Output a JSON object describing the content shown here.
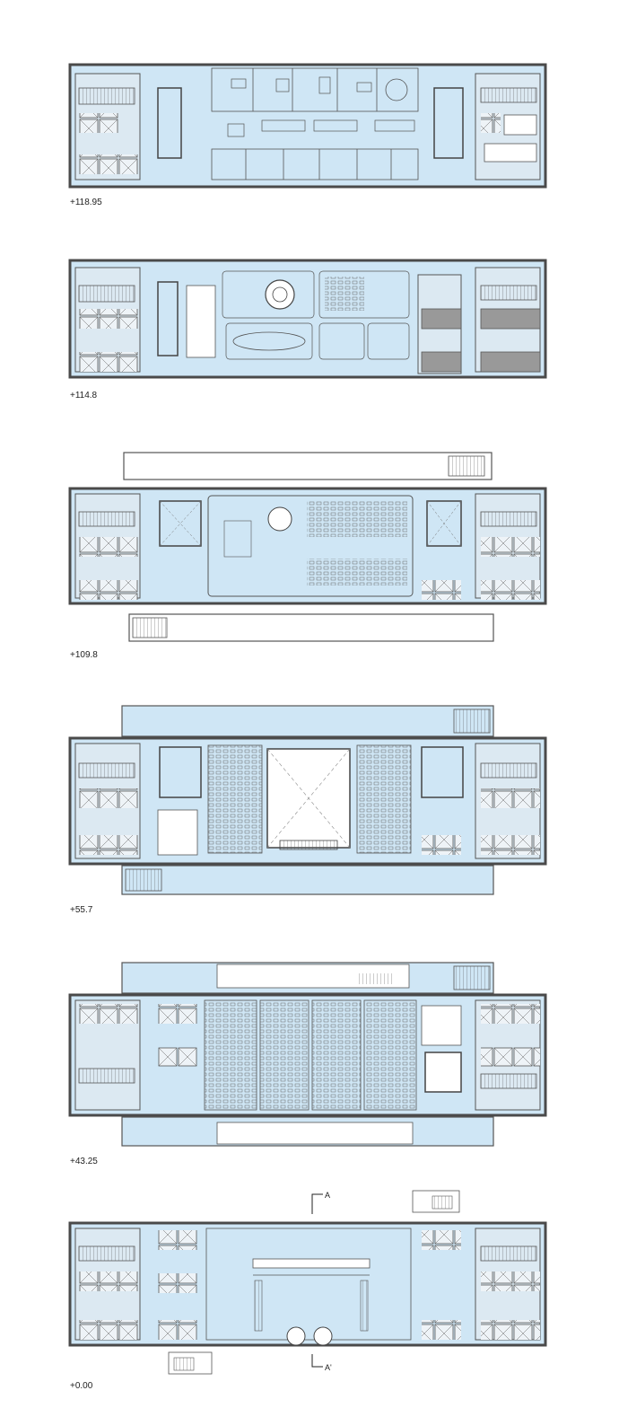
{
  "drawing": {
    "floor_plans": [
      {
        "level": "+118.95"
      },
      {
        "level": "+114.8"
      },
      {
        "level": "+109.8"
      },
      {
        "level": "+55.7"
      },
      {
        "level": "+43.25"
      },
      {
        "level": "+0.00"
      }
    ],
    "section_marks": {
      "top": "A",
      "bottom": "A'"
    }
  },
  "colors": {
    "space_fill": "#cfe6f5",
    "wall": "#4a4a4a",
    "core_fill": "#dce9f2",
    "dark_wall": "#8a8a8a",
    "line": "#555555"
  }
}
